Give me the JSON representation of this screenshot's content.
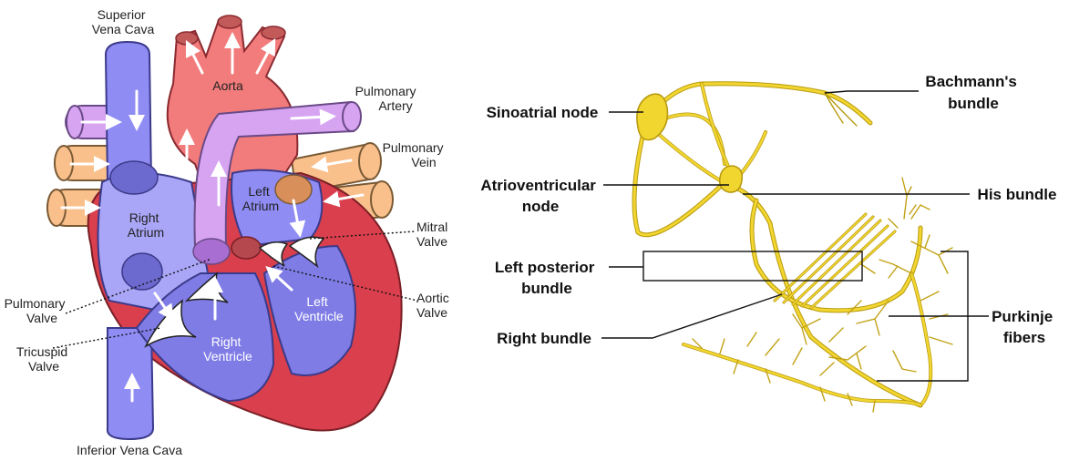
{
  "heart": {
    "superior_vena_cava": [
      "Superior",
      "Vena Cava"
    ],
    "aorta": "Aorta",
    "pulmonary_artery": [
      "Pulmonary",
      "Artery"
    ],
    "pulmonary_vein": [
      "Pulmonary",
      "Vein"
    ],
    "left_atrium": [
      "Left",
      "Atrium"
    ],
    "right_atrium": [
      "Right",
      "Atrium"
    ],
    "mitral_valve": [
      "Mitral",
      "Valve"
    ],
    "aortic_valve": [
      "Aortic",
      "Valve"
    ],
    "pulmonary_valve": [
      "Pulmonary",
      "Valve"
    ],
    "tricuspid_valve": [
      "Tricuspid",
      "Valve"
    ],
    "left_ventricle": [
      "Left",
      "Ventricle"
    ],
    "right_ventricle": [
      "Right",
      "Ventricle"
    ],
    "inferior_vena_cava": "Inferior Vena Cava"
  },
  "conduction": {
    "bachmanns_bundle": [
      "Bachmann's",
      "bundle"
    ],
    "sinoatrial_node": "Sinoatrial node",
    "atrioventricular_node": [
      "Atrioventricular",
      "node"
    ],
    "his_bundle": "His bundle",
    "left_posterior_bundle": [
      "Left posterior",
      "bundle"
    ],
    "right_bundle": "Right bundle",
    "purkinje_fibers": [
      "Purkinje",
      "fibers"
    ]
  },
  "colors": {
    "oxygen_poor": "#8f8cf4",
    "oxygen_rich": "#f27b7b",
    "muscle": "#d93f4c",
    "pulmonary_artery": "#d7a4f2",
    "pulmonary_vein": "#f9c08c",
    "conduction_fiber": "#f2d630"
  }
}
